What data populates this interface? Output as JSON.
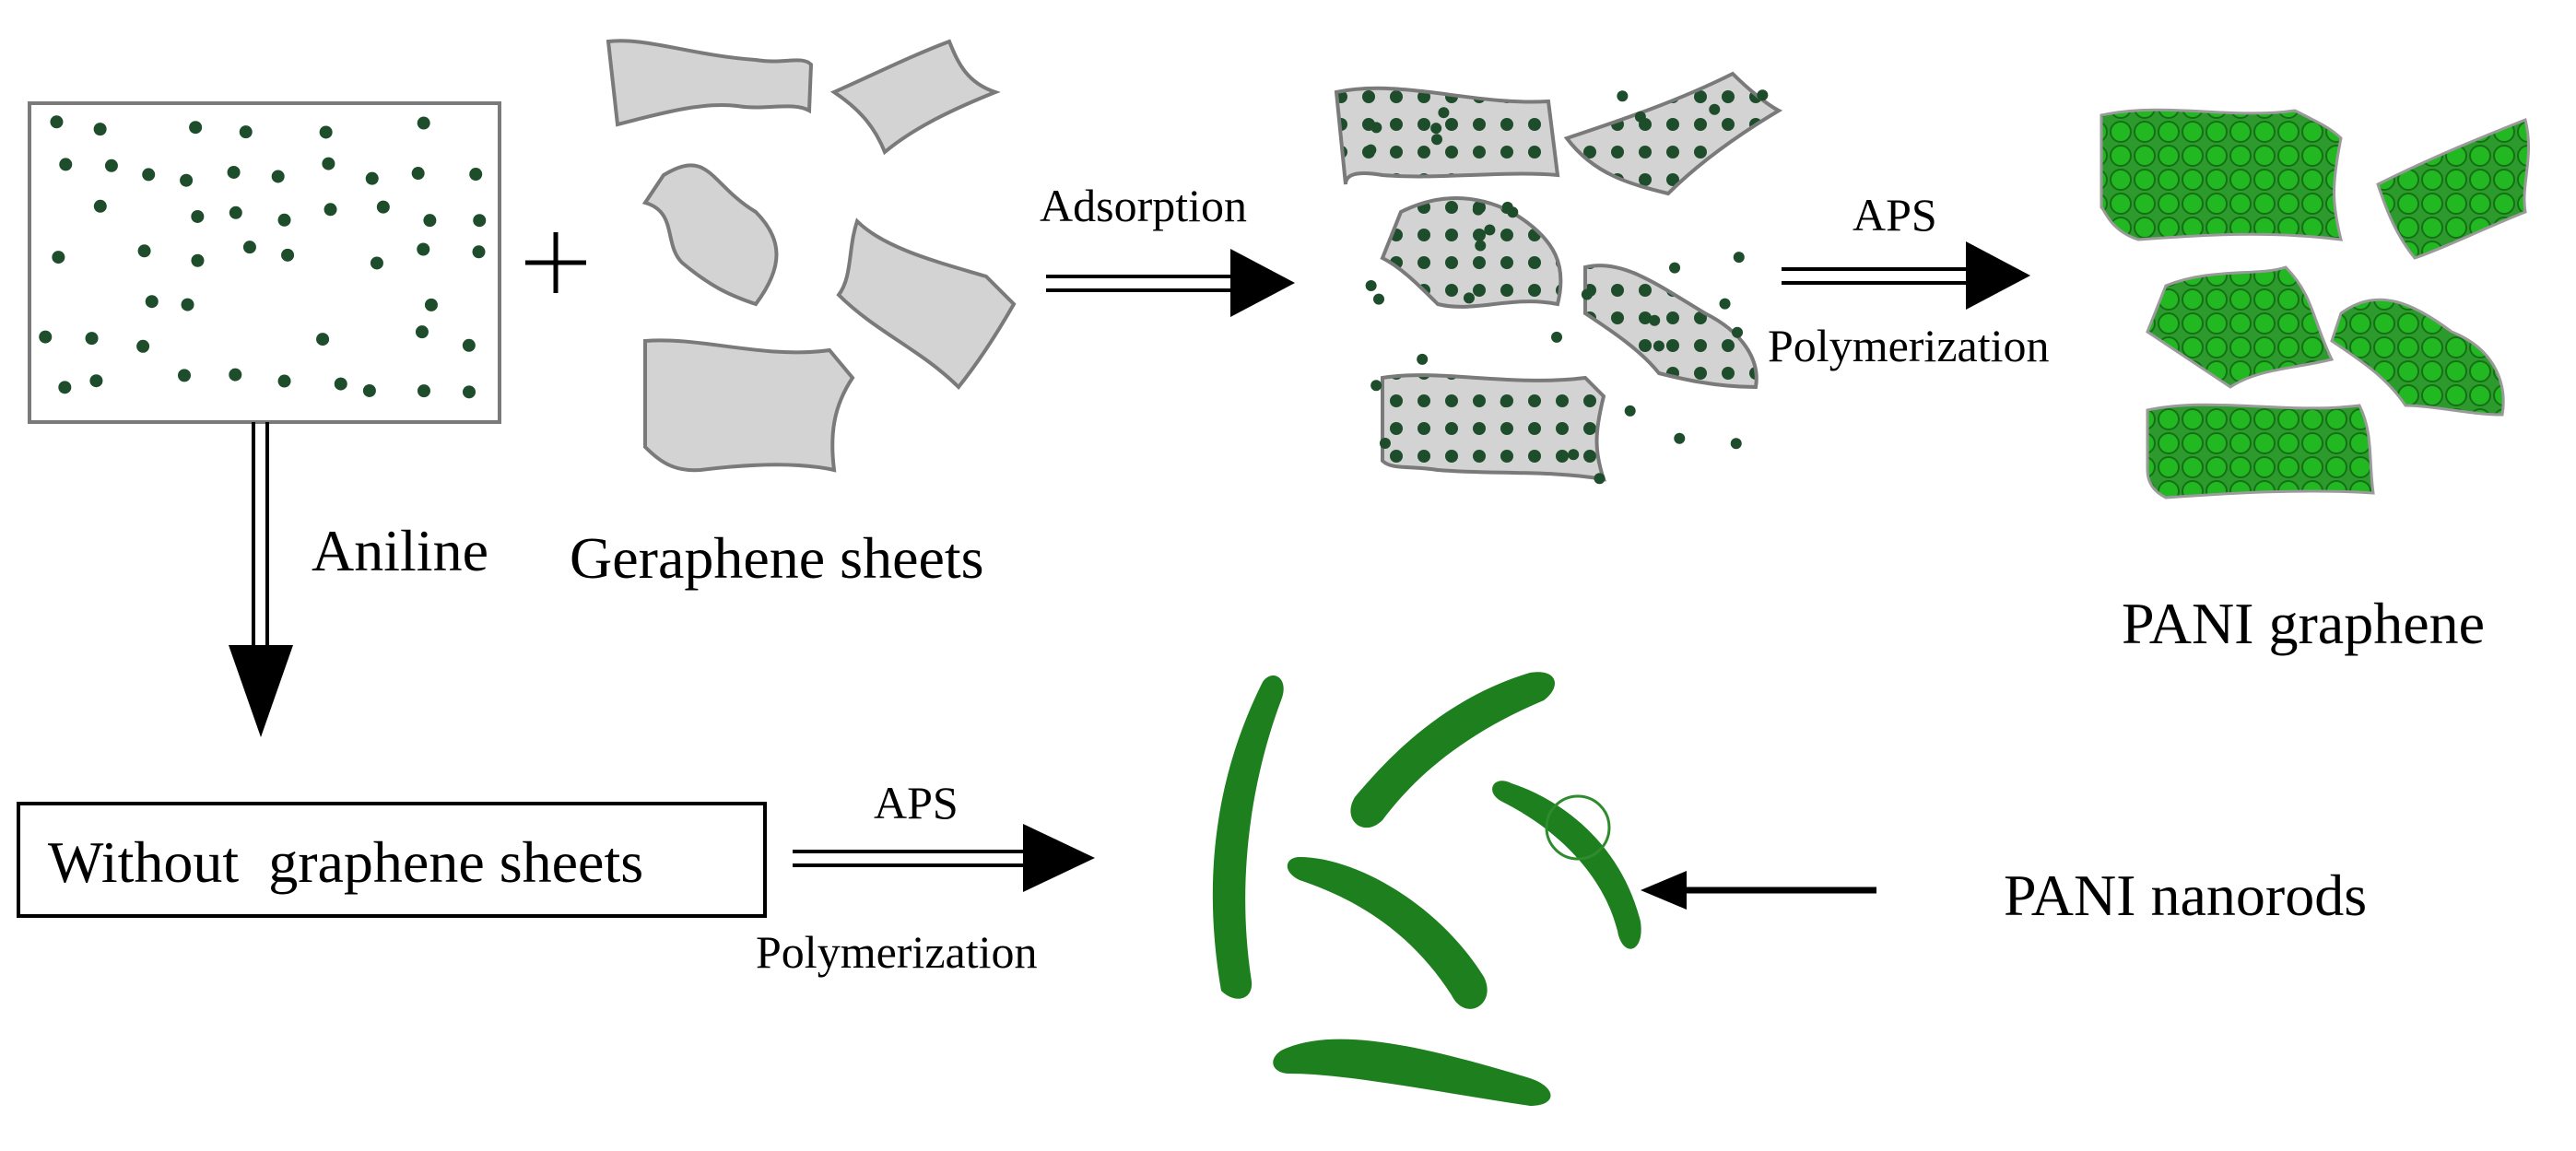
{
  "labels": {
    "plus": "+",
    "adsorption": "Adsorption",
    "aps_top": "APS",
    "polymerization_top": "Polymerization",
    "aniline": "Aniline",
    "geraphene_sheets": "Geraphene sheets",
    "pani_graphene": "PANI graphene",
    "without_graphene_sheets": "Without  graphene sheets",
    "aps_bottom": "APS",
    "polymerization_bottom": "Polymerization",
    "pani_nanorods": "PANI nanorods"
  },
  "colors": {
    "sheet_fill": "#d3d3d3",
    "sheet_stroke": "#7a7a7a",
    "dot": "#1e4d2b",
    "pani_green": "#1f8f1f",
    "pani_green_light": "#3fbf3f",
    "nanorod": "#1a7a1a",
    "arrow": "#000000"
  }
}
